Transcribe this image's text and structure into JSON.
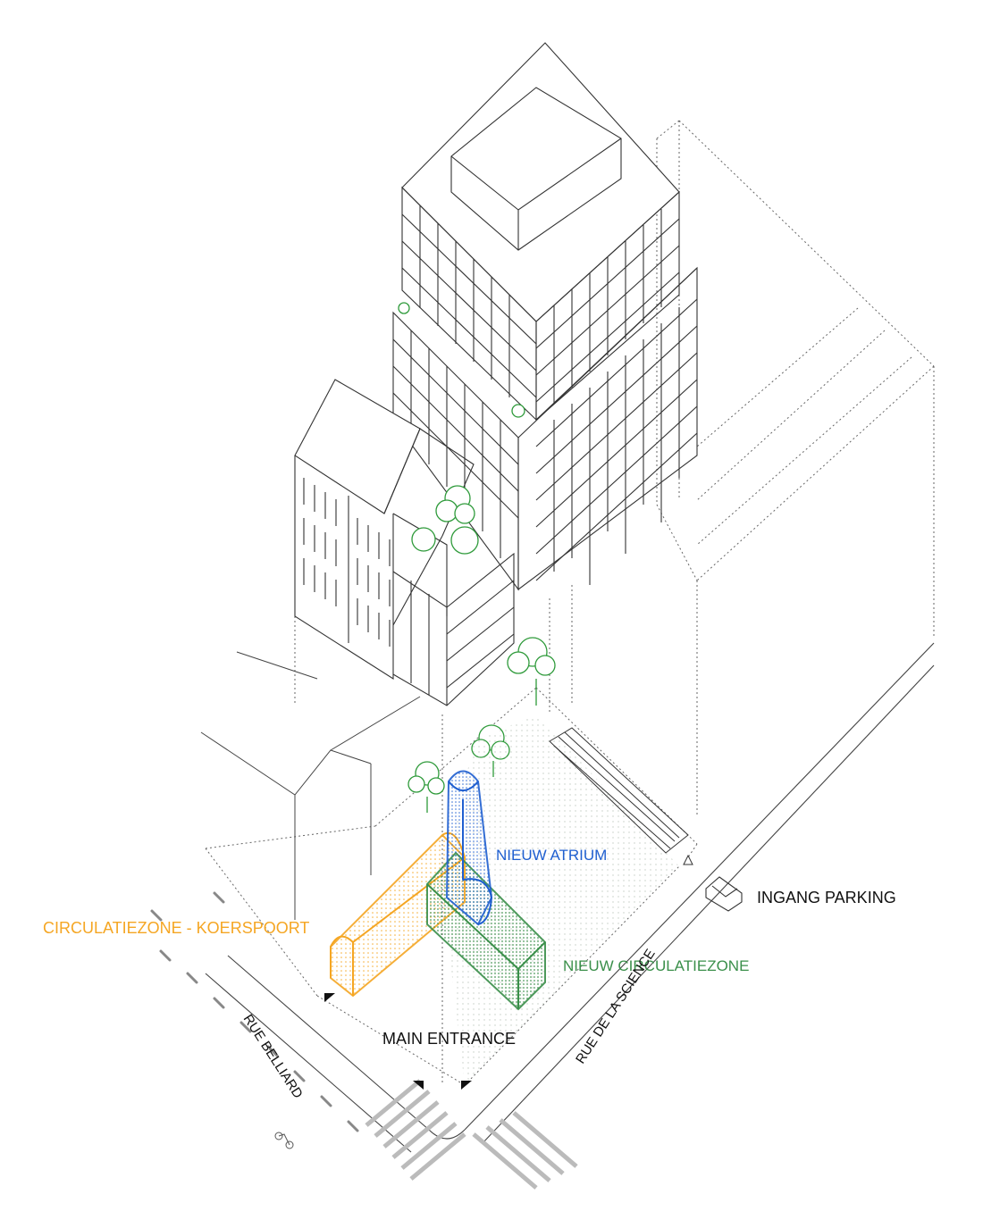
{
  "labels": {
    "atrium": "NIEUW ATRIUM",
    "parking": "INGANG PARKING",
    "koerspoort": "CIRCULATIEZONE - KOERSPOORT",
    "circulatiezone": "NIEUW CIRCULATIEZONE",
    "main_entrance": "MAIN ENTRANCE",
    "rue_belliard": "RUE BELLIARD",
    "rue_science": "RUE DE LA SCIENCE"
  },
  "colors": {
    "atrium": "#1f5fd0",
    "koerspoort": "#f5a623",
    "circulatiezone": "#3a8f4a",
    "tree": "#2e9a3a",
    "text": "#111111",
    "line": "#444444"
  }
}
